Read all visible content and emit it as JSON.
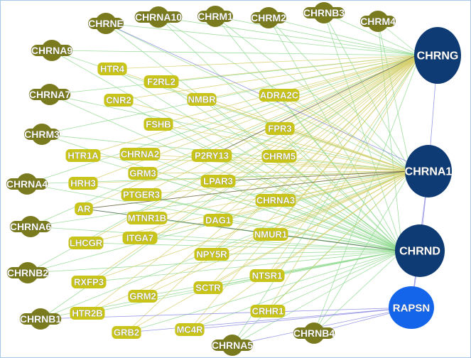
{
  "network": {
    "outer_nodes": [
      "CHRNE",
      "CHRNA10",
      "CHRM1",
      "CHRM2",
      "CHRNB3",
      "CHRM4",
      "CHRNA9",
      "CHRNA7",
      "CHRM3",
      "CHRNA4",
      "CHRNA6",
      "CHRNB2",
      "CHRNB1",
      "CHRNA5",
      "CHRNB4"
    ],
    "inner_nodes": [
      "HTR4",
      "F2RL2",
      "CNR2",
      "NMBR",
      "ADRA2C",
      "FSHB",
      "FPR3",
      "HTR1A",
      "CHRNA2",
      "P2RY13",
      "CHRM5",
      "HRH3",
      "GRM3",
      "LPAR3",
      "PTGER3",
      "CHRNA3",
      "AR",
      "MTNR1B",
      "DAG1",
      "LHCGR",
      "ITGA7",
      "NMUR1",
      "NPY5R",
      "RXFP3",
      "NTSR1",
      "GRM2",
      "SCTR",
      "HTR2B",
      "CRHR1",
      "GRB2",
      "MC4R"
    ],
    "hub_nodes": [
      "CHRNG",
      "CHRNA1",
      "CHRND"
    ],
    "blue_nodes": [
      "RAPSN"
    ],
    "colors": {
      "outer_node": "#7a7a1f",
      "inner_node": "#c8c41a",
      "hub_node": "#0e3b73",
      "blue_node": "#1565ea",
      "edge_green": "#8fd98f",
      "edge_yellow": "#d6cf6a",
      "edge_blue": "#7f7fe0",
      "edge_dark": "#444444"
    }
  }
}
